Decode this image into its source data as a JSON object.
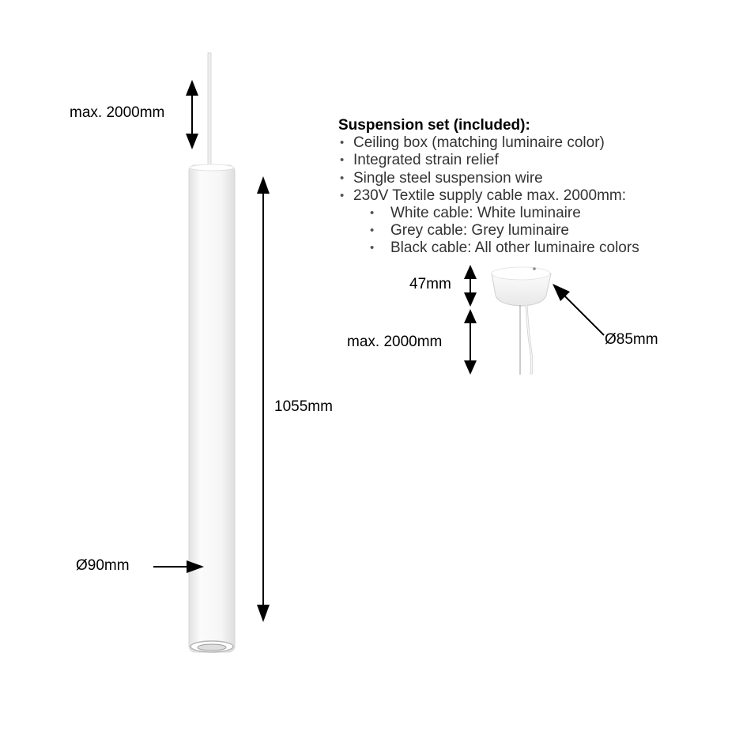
{
  "dimensions": {
    "cable_length_main": "max. 2000mm",
    "lamp_height": "1055mm",
    "lamp_diameter": "Ø90mm",
    "canopy_height": "47mm",
    "cable_length_canopy": "max. 2000mm",
    "canopy_diameter": "Ø85mm"
  },
  "suspension": {
    "title": "Suspension set (included):",
    "items": [
      "Ceiling box (matching luminaire color)",
      "Integrated strain relief",
      "Single steel suspension wire",
      "230V Textile supply cable max. 2000mm:"
    ],
    "subitems": [
      "White cable: White luminaire",
      "Grey cable: Grey luminaire",
      "Black cable: All other luminaire colors"
    ]
  },
  "colors": {
    "luminaire_body": "#f4f4f4",
    "outline": "#d6d6d6",
    "arrow": "#000000"
  },
  "icons": [
    "pendant-lamp-drawing",
    "ceiling-box-drawing",
    "dimension-arrow"
  ]
}
